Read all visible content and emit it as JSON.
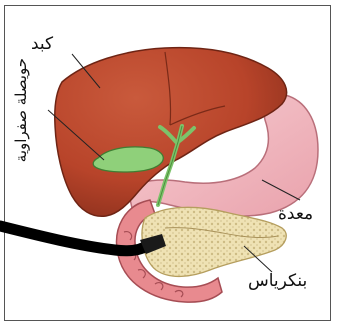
{
  "labels": {
    "liver": "كبد",
    "gallbladder": "حويصلة صفراوية",
    "stomach": "معدة",
    "pancreas": "بنكرياس"
  },
  "colors": {
    "liver": "#b8442a",
    "liver_dark": "#8a2f1c",
    "gallbladder": "#8fd07a",
    "stomach": "#f2b9c0",
    "stomach_dark": "#d98a94",
    "duodenum": "#e98a8a",
    "pancreas": "#efe2b4",
    "endoscope": "#000000"
  }
}
